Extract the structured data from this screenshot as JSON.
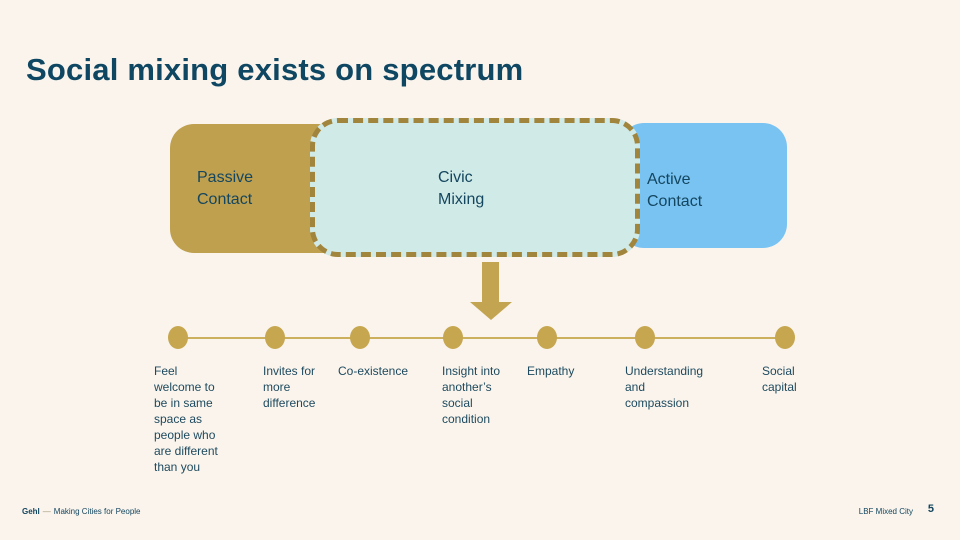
{
  "slide": {
    "title": "Social mixing exists on spectrum",
    "background_color": "#faf4ec",
    "title_color": "#0f4763",
    "text_color": "#14465f"
  },
  "spectrum_boxes": [
    {
      "label": "Passive\nContact",
      "fill": "#bfa04f",
      "style": "solid"
    },
    {
      "label": "Civic\nMixing",
      "fill": "#d0eae8",
      "border_color": "#a1853c",
      "style": "dashed"
    },
    {
      "label": "Active\nContact",
      "fill": "#79c3f3",
      "style": "solid"
    }
  ],
  "arrow": {
    "direction": "down",
    "color": "#c3a551"
  },
  "timeline": {
    "line_color": "#cdb05e",
    "dot_color": "#c6a64e",
    "items": [
      {
        "label": "Feel\nwelcome to\nbe in same\nspace as\npeople who\nare different\nthan you"
      },
      {
        "label": "Invites for\nmore\ndifference"
      },
      {
        "label": "Co-existence"
      },
      {
        "label": "Insight into\nanother’s\nsocial\ncondition"
      },
      {
        "label": "Empathy"
      },
      {
        "label": "Understanding\nand\ncompassion"
      },
      {
        "label": "Social\ncapital"
      }
    ]
  },
  "footer": {
    "brand": "Gehl",
    "dash": "—",
    "tagline": "Making Cities for People",
    "project": "LBF Mixed City",
    "page_number": "5"
  }
}
